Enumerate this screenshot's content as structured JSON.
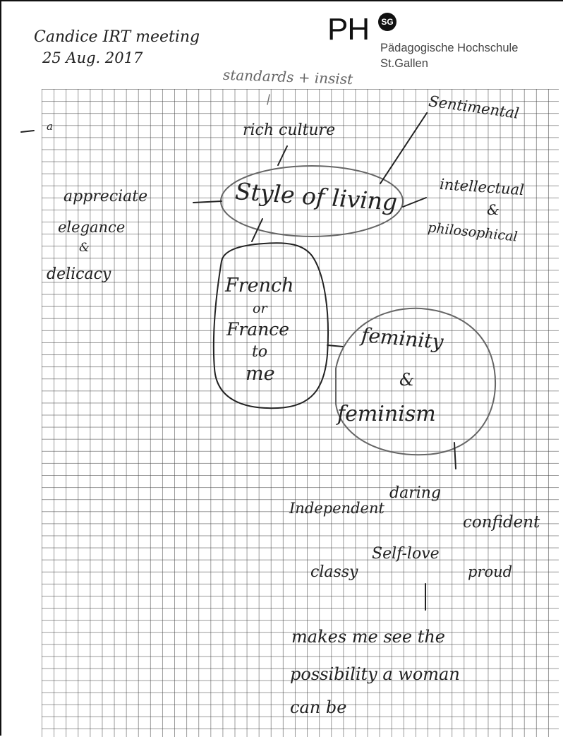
{
  "header": {
    "title_line1": "Candice IRT meeting",
    "title_line2": "25 Aug. 2017",
    "logo_mark": "PH",
    "logo_badge": "SG",
    "institution_line1": "Pädagogische Hochschule",
    "institution_line2": "St.Gallen"
  },
  "note": {
    "top_annotation": "standards + insist",
    "margin_mark": "a",
    "center_bubble": [
      "French",
      "or",
      "France",
      "to",
      "me"
    ],
    "style_bubble": "Style of living",
    "rich_culture": "rich culture",
    "sentimental": "Sentimental",
    "intellectual": [
      "intellectual",
      "&",
      "philosophical"
    ],
    "appreciate": [
      "appreciate",
      "elegance",
      "&",
      "delicacy"
    ],
    "feminity_bubble": [
      "feminity",
      "&",
      "feminism"
    ],
    "traits": {
      "daring": "daring",
      "independent": "Independent",
      "confident": "confident",
      "self_love": "Self-love",
      "classy": "classy",
      "proud": "proud"
    },
    "conclusion": [
      "makes me see the",
      "possibility a woman",
      "can be"
    ]
  },
  "colors": {
    "ink": "#222222",
    "pencil": "#666666",
    "grid": "#464646"
  }
}
